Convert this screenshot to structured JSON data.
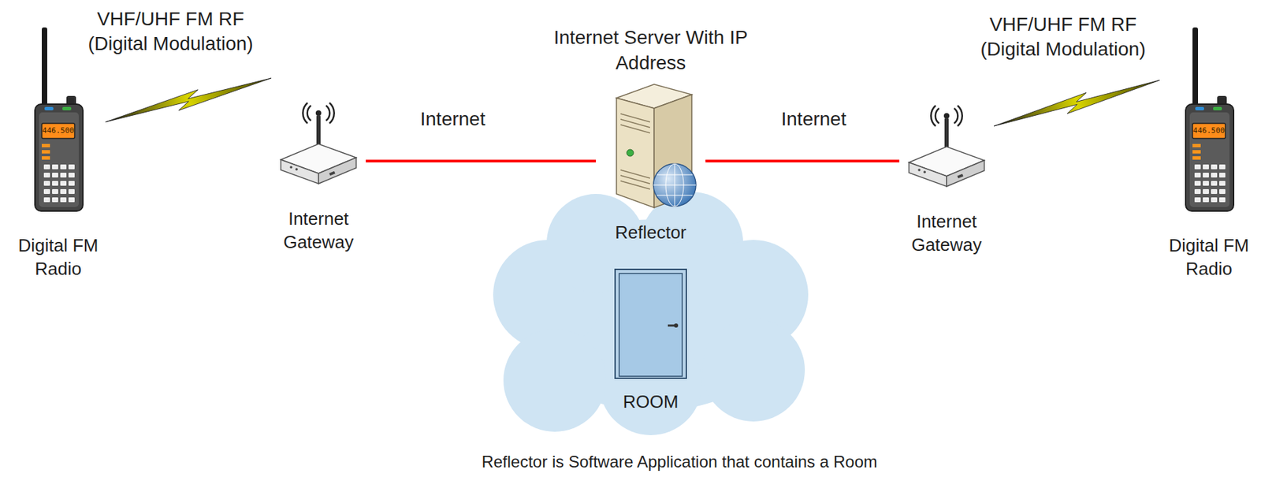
{
  "diagram": {
    "caption": "Reflector is Software Application that contains a Room",
    "nodes": [
      {
        "text": [
          "Digital FM Radio"
        ]
      },
      {
        "text": [
          "Internet Gateway"
        ]
      },
      {
        "text": [
          "Internet Server With IP Address",
          "Reflector"
        ]
      },
      {
        "text": [
          "ROOM"
        ]
      },
      {
        "text": [
          "Internet Gateway"
        ]
      },
      {
        "text": [
          "Digital FM Radio"
        ]
      }
    ],
    "edges": [
      {
        "from": 0,
        "to": 1,
        "arrow": "none",
        "label": "VHF/UHF FM RF (Digital Modulation)"
      },
      {
        "from": 1,
        "to": 2,
        "arrow": "none",
        "label": "Internet"
      },
      {
        "from": 2,
        "to": 4,
        "arrow": "none",
        "label": "Internet"
      },
      {
        "from": 4,
        "to": 5,
        "arrow": "none",
        "label": "VHF/UHF FM RF (Digital Modulation)"
      }
    ],
    "labels": [
      "446.500",
      "446.500"
    ]
  }
}
